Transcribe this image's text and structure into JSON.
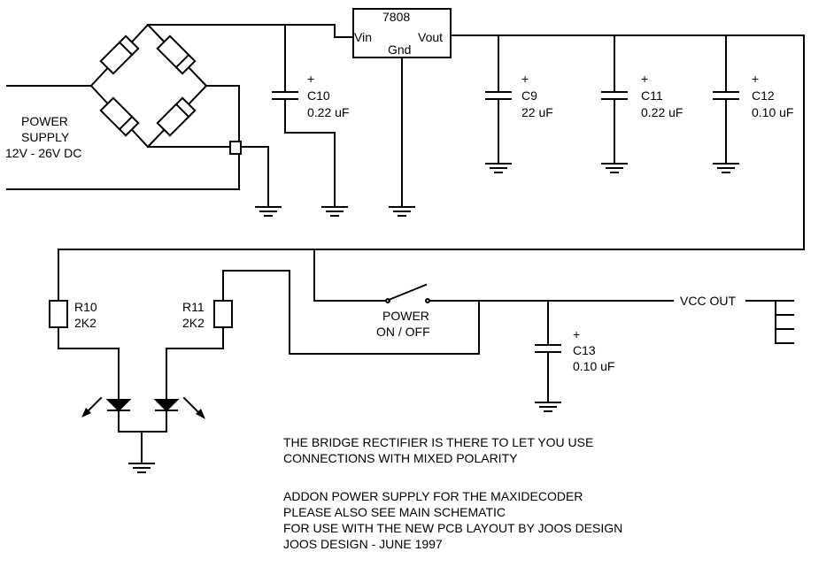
{
  "regulator": {
    "part": "7808",
    "vin": "Vin",
    "vout": "Vout",
    "gnd": "Gnd"
  },
  "power_supply": {
    "line1": "POWER",
    "line2": "SUPPLY",
    "line3": "12V - 26V DC"
  },
  "capacitors": [
    {
      "plus": "+",
      "name": "C10",
      "value": "0.22 uF"
    },
    {
      "plus": "+",
      "name": "C9",
      "value": "22 uF"
    },
    {
      "plus": "+",
      "name": "C11",
      "value": "0.22 uF"
    },
    {
      "plus": "+",
      "name": "C12",
      "value": "0.10 uF"
    },
    {
      "plus": "+",
      "name": "C13",
      "value": "0.10 uF"
    }
  ],
  "resistors": [
    {
      "name": "R10",
      "value": "2K2"
    },
    {
      "name": "R11",
      "value": "2K2"
    }
  ],
  "switch": {
    "line1": "POWER",
    "line2": "ON / OFF"
  },
  "output": {
    "label": "VCC OUT"
  },
  "notes": [
    "THE BRIDGE RECTIFIER IS THERE TO LET YOU USE",
    "CONNECTIONS WITH MIXED POLARITY",
    "ADDON POWER SUPPLY FOR THE MAXIDECODER",
    "PLEASE ALSO SEE MAIN SCHEMATIC",
    "FOR USE WITH THE NEW PCB LAYOUT BY JOOS DESIGN",
    "JOOS DESIGN - JUNE 1997"
  ]
}
